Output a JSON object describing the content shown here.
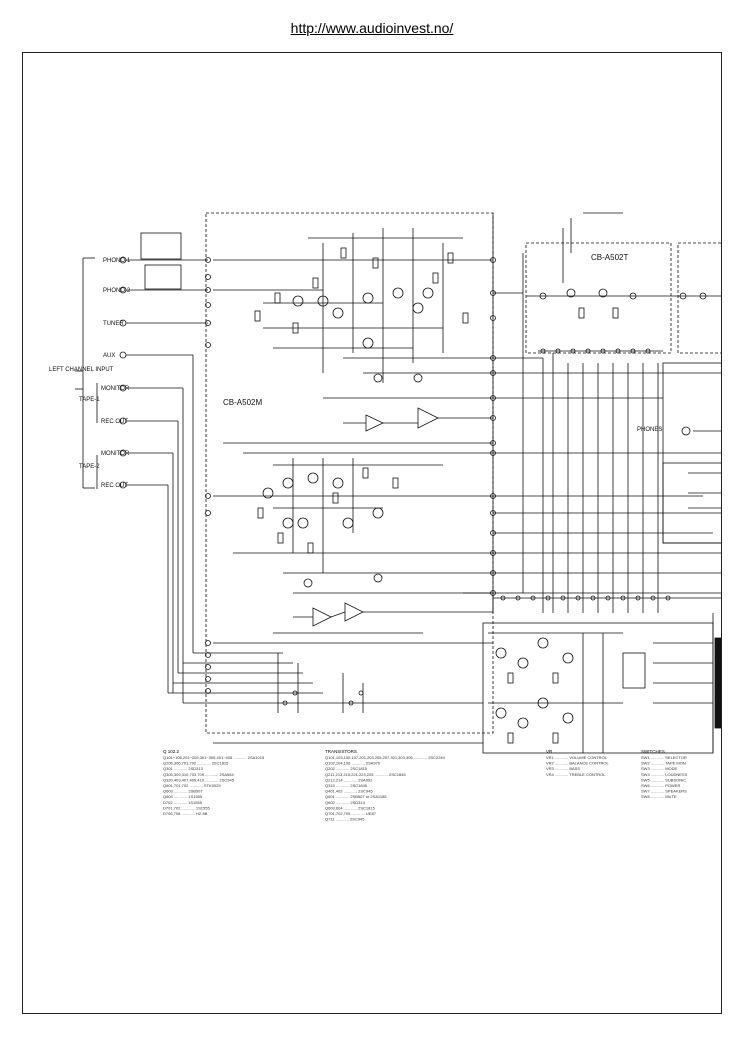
{
  "url": "http://www.audioinvest.no/",
  "inputs_side_label": "LEFT CHANNEL INPUT",
  "tape1_label": "TAPE-1",
  "tape2_label": "TAPE-2",
  "jacks": [
    "PHONO-1",
    "PHONO-2",
    "TUNER",
    "AUX",
    "MONITOR",
    "REC OUT",
    "MONITOR",
    "REC OUT"
  ],
  "boards": {
    "main": "CB-A502M",
    "tone": "CB-A502T"
  },
  "phones_label": "PHONES",
  "colors": {
    "ink": "#111111",
    "paper": "#ffffff",
    "link": "#000000"
  },
  "parts_lists": [
    {
      "header": "Q 102.2",
      "rows": [
        "Q101~105,201~205,301~305,401~405 ............ 2SA1015",
        "Q206,306,701,702 ............ 2SC1815",
        "Q301 ............ 2SD313",
        "Q305,309,310,703,709 ............ 2SA564",
        "Q320,403,407,409,410 ............ 2SC945",
        "Q601,701,702 ............ STK0029",
        "Q603 ............ 2SB507",
        "Q604 ............ 1S1555",
        "D702 ............ 1S1555",
        "D701,702 ............ 1S1555",
        "D706,708 ............ HZ-6B"
      ]
    },
    {
      "header": "TRANSISTORS",
      "rows": [
        "Q101,103,105,107,201,203,205,207,301,303,305 ............ 2SC2240",
        "Q102,104,106 ............ 2SA970",
        "Q202 ............ 2SC1815",
        "Q211,213,215,221,223,225 ............ 2SC1845",
        "Q212,214 ............ 2SA992",
        "Q313 ............ 2SC1845",
        "Q401,402 ............ 2SC945",
        "Q601 ............ 2SB507 or 2SA1185",
        "Q602 ............ 2SD313",
        "Q603,604 ............ 2SC1815",
        "Q701,702,705 ............ UE87",
        "Q711 ............ 2SC945"
      ]
    },
    {
      "header": "VR",
      "rows": [
        "VR1 ............ VOLUME CONTROL",
        "VR2 ............ BALANCE CONTROL",
        "VR3 ............ BASS",
        "VR4 ............ TREBLE CONTROL"
      ]
    },
    {
      "header": "SWITCHES",
      "rows": [
        "SW1 ............ SELECTOR",
        "SW2 ............ TAPE MON",
        "SW3 ............ MODE",
        "SW4 ............ LOUDNESS",
        "SW5 ............ SUBSONIC",
        "SW6 ............ POWER",
        "SW7 ............ SPEAKERS",
        "SW8 ............ MUTE"
      ]
    }
  ]
}
